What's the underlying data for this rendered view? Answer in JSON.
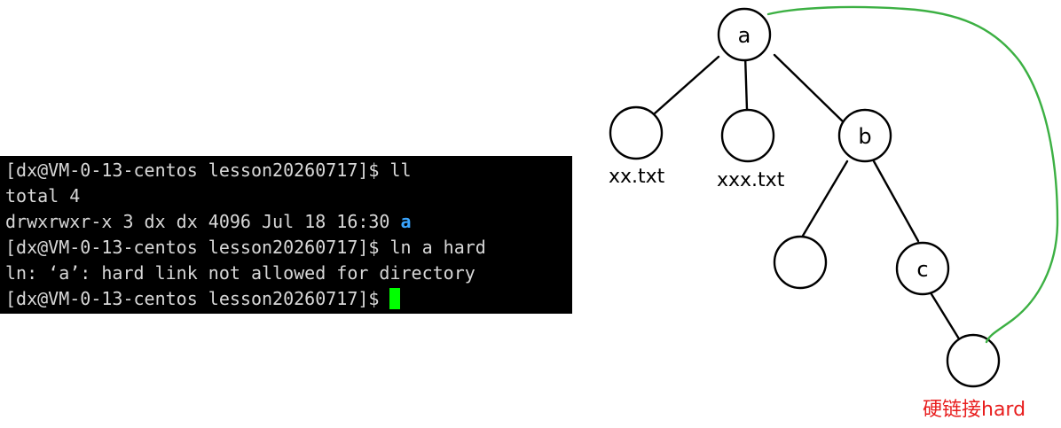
{
  "terminal": {
    "lines": {
      "l1": "[dx@VM-0-13-centos lesson20260717]$ ll",
      "l2": "total 4",
      "l3_prefix": "drwxrwxr-x 3 dx dx 4096 Jul 18 16:30 ",
      "l3_dir": "a",
      "l4": "[dx@VM-0-13-centos lesson20260717]$ ln a hard",
      "l5": "ln: ‘a’: hard link not allowed for directory",
      "l6": "[dx@VM-0-13-centos lesson20260717]$ "
    },
    "colors": {
      "background": "#000000",
      "text": "#d8d8d8",
      "directory": "#3aa6ff",
      "cursor": "#00ff00"
    }
  },
  "tree": {
    "nodes": {
      "a": "a",
      "b": "b",
      "c": "c"
    },
    "labels": {
      "xx": "xx.txt",
      "xxx": "xxx.txt",
      "hard": "硬链接hard"
    },
    "colors": {
      "hard_label": "#e81e1e",
      "hard_link_curve": "#3cb043",
      "stroke": "#000000"
    }
  }
}
